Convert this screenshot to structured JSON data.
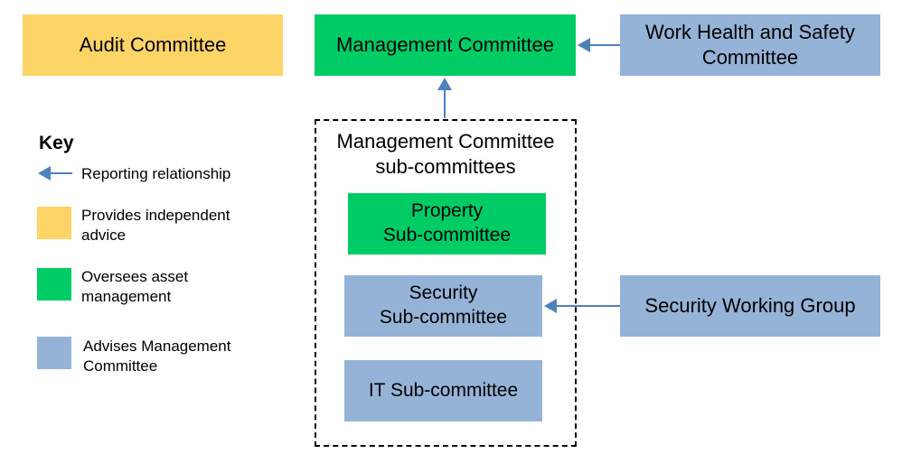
{
  "boxes": {
    "audit": "Audit Committee",
    "management": "Management Committee",
    "whs_line1": "Work Health and Safety",
    "whs_line2": "Committee",
    "property_line1": "Property",
    "property_line2": "Sub-committee",
    "security_line1": "Security",
    "security_line2": "Sub-committee",
    "it": "IT Sub-committee",
    "security_working_group": "Security Working Group"
  },
  "group": {
    "title_line1": "Management Committee",
    "title_line2": "sub-committees"
  },
  "key": {
    "title": "Key",
    "reporting_label": "Reporting relationship",
    "independent_line1": "Provides independent",
    "independent_line2": "advice",
    "asset_line1": "Oversees asset",
    "asset_line2": "management",
    "advises_line1": "Advises Management",
    "advises_line2": "Committee"
  },
  "colors": {
    "audit": "#FDD466",
    "management": "#00CC66",
    "advisory": "#95B3D7",
    "arrow": "#4F81BD"
  }
}
